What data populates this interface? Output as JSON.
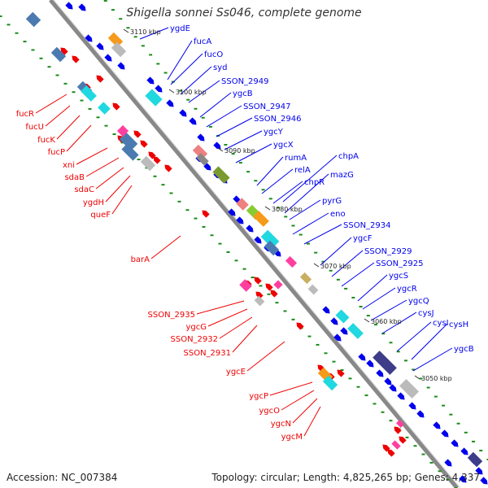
{
  "title": "Shigella sonnei Ss046, complete genome",
  "accession": "Accession: NC_007384",
  "summary": "Topology: circular; Length: 4,825,265 bp; Genes: 4,337",
  "ticks": [
    "3110 kbp",
    "3100 kbp",
    "3090 kbp",
    "3080 kbp",
    "3070 kbp",
    "3060 kbp",
    "3050 kbp"
  ],
  "genes_right": [
    "ygdE",
    "fucA",
    "fucO",
    "syd",
    "SSON_2949",
    "ygcB",
    "SSON_2947",
    "SSON_2946",
    "ygcY",
    "ygcX",
    "rumA",
    "relA",
    "chpR",
    "chpA",
    "mazG",
    "pyrG",
    "eno",
    "SSON_2934",
    "ygcF",
    "SSON_2929",
    "SSON_2925",
    "ygcS",
    "ygcR",
    "ygcQ",
    "cysJ",
    "cysI",
    "cysH",
    "ygcB"
  ],
  "genes_left": [
    "fucR",
    "fucU",
    "fucK",
    "fucP",
    "xni",
    "sdaB",
    "sdaC",
    "ygdH",
    "queF",
    "barA",
    "SSON_2935",
    "ygcG",
    "SSON_2932",
    "SSON_2931",
    "ygcE",
    "ygcP",
    "ygcO",
    "ygcN",
    "ygcM"
  ],
  "colors": {
    "forward_genes": "#0000ee",
    "reverse_genes": "#ee0000",
    "backbone": "#888888",
    "gc_dots": "#1a8c1a"
  }
}
